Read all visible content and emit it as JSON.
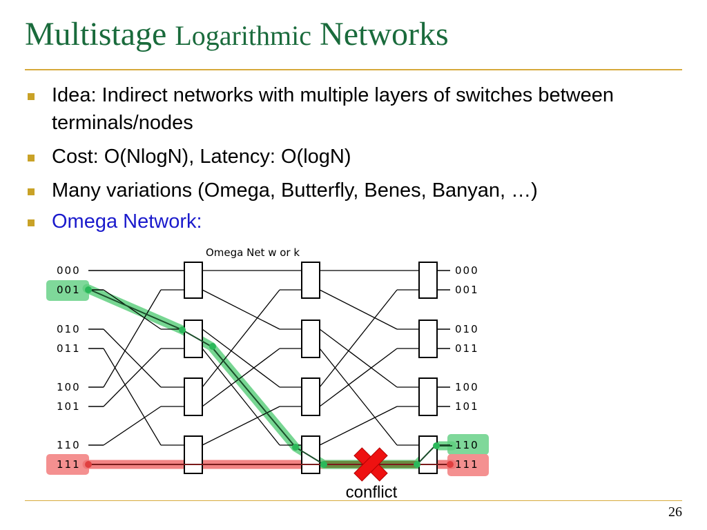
{
  "slide": {
    "title_part1": "Multistage ",
    "title_part2": "Logarithmic",
    "title_part3": " Networks",
    "page_number": "26"
  },
  "bullets": [
    {
      "text": "Idea: Indirect networks with multiple layers of switches between terminals/nodes"
    },
    {
      "text": "Cost: O(NlogN), Latency: O(logN)"
    },
    {
      "text": "Many variations (Omega, Butterfly, Benes, Banyan, …)"
    },
    {
      "text": "Omega Network:",
      "highlight": true
    }
  ],
  "diagram": {
    "caption": "Omega Net w or k",
    "left_labels": [
      "000",
      "001",
      "010",
      "011",
      "100",
      "101",
      "110",
      "111"
    ],
    "right_labels": [
      "000",
      "001",
      "010",
      "011",
      "100",
      "101",
      "110",
      "111"
    ],
    "annotation": "conflict",
    "colors": {
      "green_path": "#2bb85a",
      "red_path": "#f07575",
      "conflict_mark": "#ee1111",
      "overlap": "#6a8a40"
    }
  }
}
